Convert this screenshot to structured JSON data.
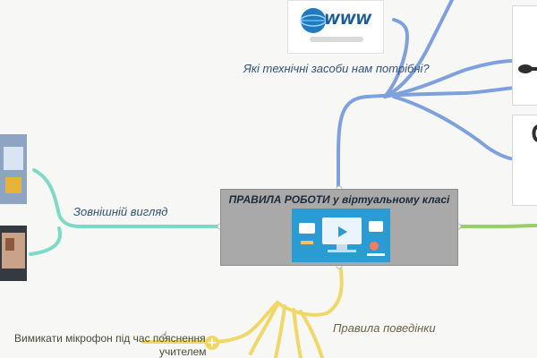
{
  "central_topic": {
    "title": "ПРАВИЛА РОБОТИ у віртуальному класі",
    "image": "online-class-illustration"
  },
  "branches": {
    "technical_tools": {
      "label": "Які технічні засоби нам потрібні?",
      "color": "#7ea0dc",
      "image": "www-globe-icon"
    },
    "appearance": {
      "label": "Зовнішній вигляд",
      "color": "#7fd9c7"
    },
    "behavior_rules": {
      "label": "Правила поведінки",
      "color": "#f0d768"
    },
    "right_branch": {
      "label": "",
      "color": "#96cf6a"
    }
  },
  "behavior_items": [
    {
      "text": "Вимикати мікрофон під час пояснення",
      "text_line2": "учителем"
    }
  ],
  "web_thumb_text": "WWW",
  "plus_symbol": "+",
  "cursor_icon": "hand-pointer-icon",
  "colors": {
    "background": "#f7f7f5",
    "central_bg": "#a9a9a9",
    "label_text": "#31527a"
  }
}
